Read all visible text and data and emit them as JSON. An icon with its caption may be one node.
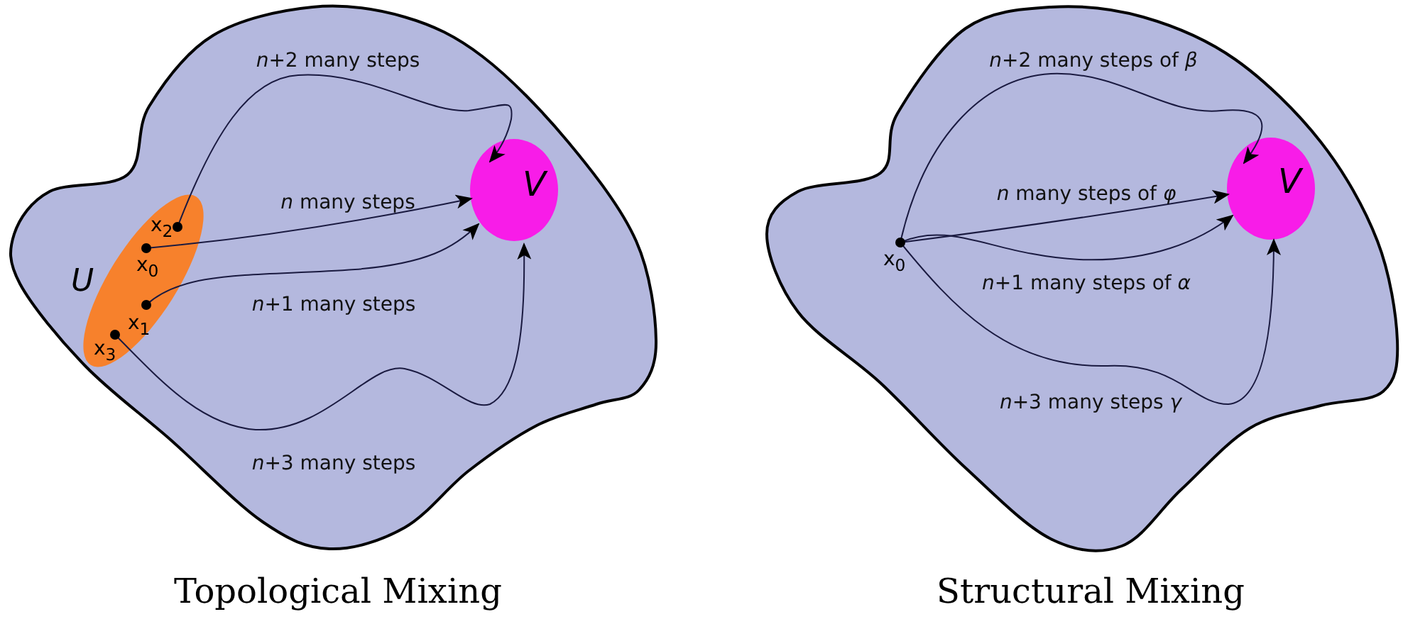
{
  "diagram": {
    "nodes": [
      {
        "text": [],
        "shape": "blob"
      },
      {
        "text": [
          "*U*"
        ],
        "in": 0
      },
      {
        "text": [
          "x$_{2}$"
        ],
        "in": 1
      },
      {
        "text": [
          "x$_{0}$"
        ],
        "in": 1
      },
      {
        "text": [
          "x$_{1}$"
        ],
        "in": 1
      },
      {
        "text": [
          "x$_{3}$"
        ],
        "in": 1
      },
      {
        "text": [
          "*V*"
        ],
        "in": 0
      },
      {
        "text": [],
        "shape": "blob"
      },
      {
        "text": [
          "x$_{0}$"
        ],
        "in": 7
      },
      {
        "text": [
          "*V*"
        ],
        "in": 7
      }
    ],
    "edges": [
      {
        "from": 2,
        "to": 6,
        "arrow": "to",
        "label": "*n*+2 many steps"
      },
      {
        "from": 3,
        "to": 6,
        "arrow": "to",
        "label": "*n* many steps"
      },
      {
        "from": 4,
        "to": 6,
        "arrow": "to",
        "label": "*n*+1 many steps"
      },
      {
        "from": 5,
        "to": 6,
        "arrow": "to",
        "label": "*n*+3 many steps"
      },
      {
        "from": 8,
        "to": 9,
        "arrow": "to",
        "label": "*n*+2 many steps of *β*"
      },
      {
        "from": 8,
        "to": 9,
        "arrow": "to",
        "label": "*n* many steps of *φ*"
      },
      {
        "from": 8,
        "to": 9,
        "arrow": "to",
        "label": "*n*+1 many steps of *α*"
      },
      {
        "from": 8,
        "to": 9,
        "arrow": "to",
        "label": "*n*+3 many steps *γ*"
      }
    ],
    "labels": [
      "Topological Mixing",
      "Structural Mixing"
    ]
  }
}
